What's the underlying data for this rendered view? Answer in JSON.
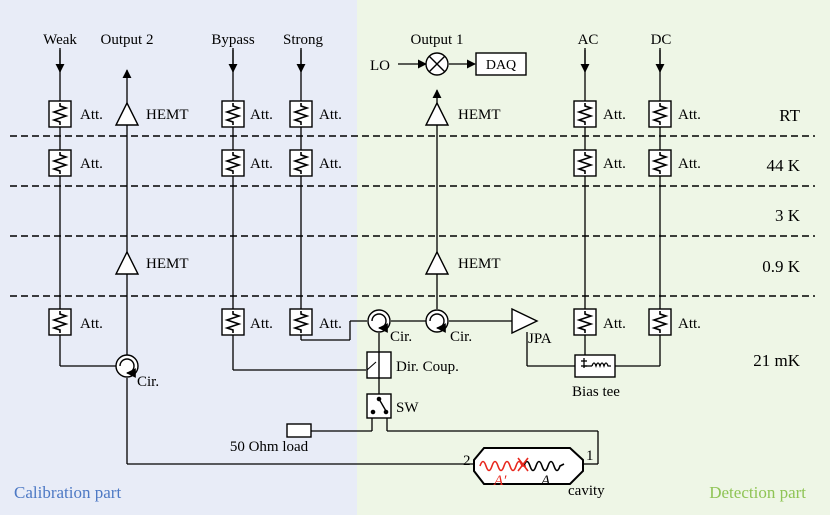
{
  "regions": {
    "calibration_label": "Calibration part",
    "detection_label": "Detection part",
    "calibration_color": "#e8ecf7",
    "detection_color": "#eef6e6",
    "calibration_text_color": "#4d79c4",
    "detection_text_color": "#8fc455"
  },
  "ports": {
    "weak": "Weak",
    "output2": "Output 2",
    "bypass": "Bypass",
    "strong": "Strong",
    "output1": "Output 1",
    "ac": "AC",
    "dc": "DC",
    "lo": "LO",
    "daq": "DAQ"
  },
  "stages": {
    "rt": "RT",
    "k44": "44 K",
    "k3": "3 K",
    "k09": "0.9 K",
    "mk21": "21 mK"
  },
  "components": {
    "att": "Att.",
    "hemt": "HEMT",
    "cir": "Cir.",
    "jpa": "JPA",
    "dir_coup": "Dir. Coup.",
    "bias_tee": "Bias tee",
    "sw": "SW",
    "load": "50 Ohm load",
    "cavity": "cavity",
    "port2": "2",
    "port1": "1",
    "mode_aprime": "A′",
    "mode_a": "A"
  },
  "colors": {
    "line": "#000000",
    "axion_wave": "#e8281e"
  }
}
